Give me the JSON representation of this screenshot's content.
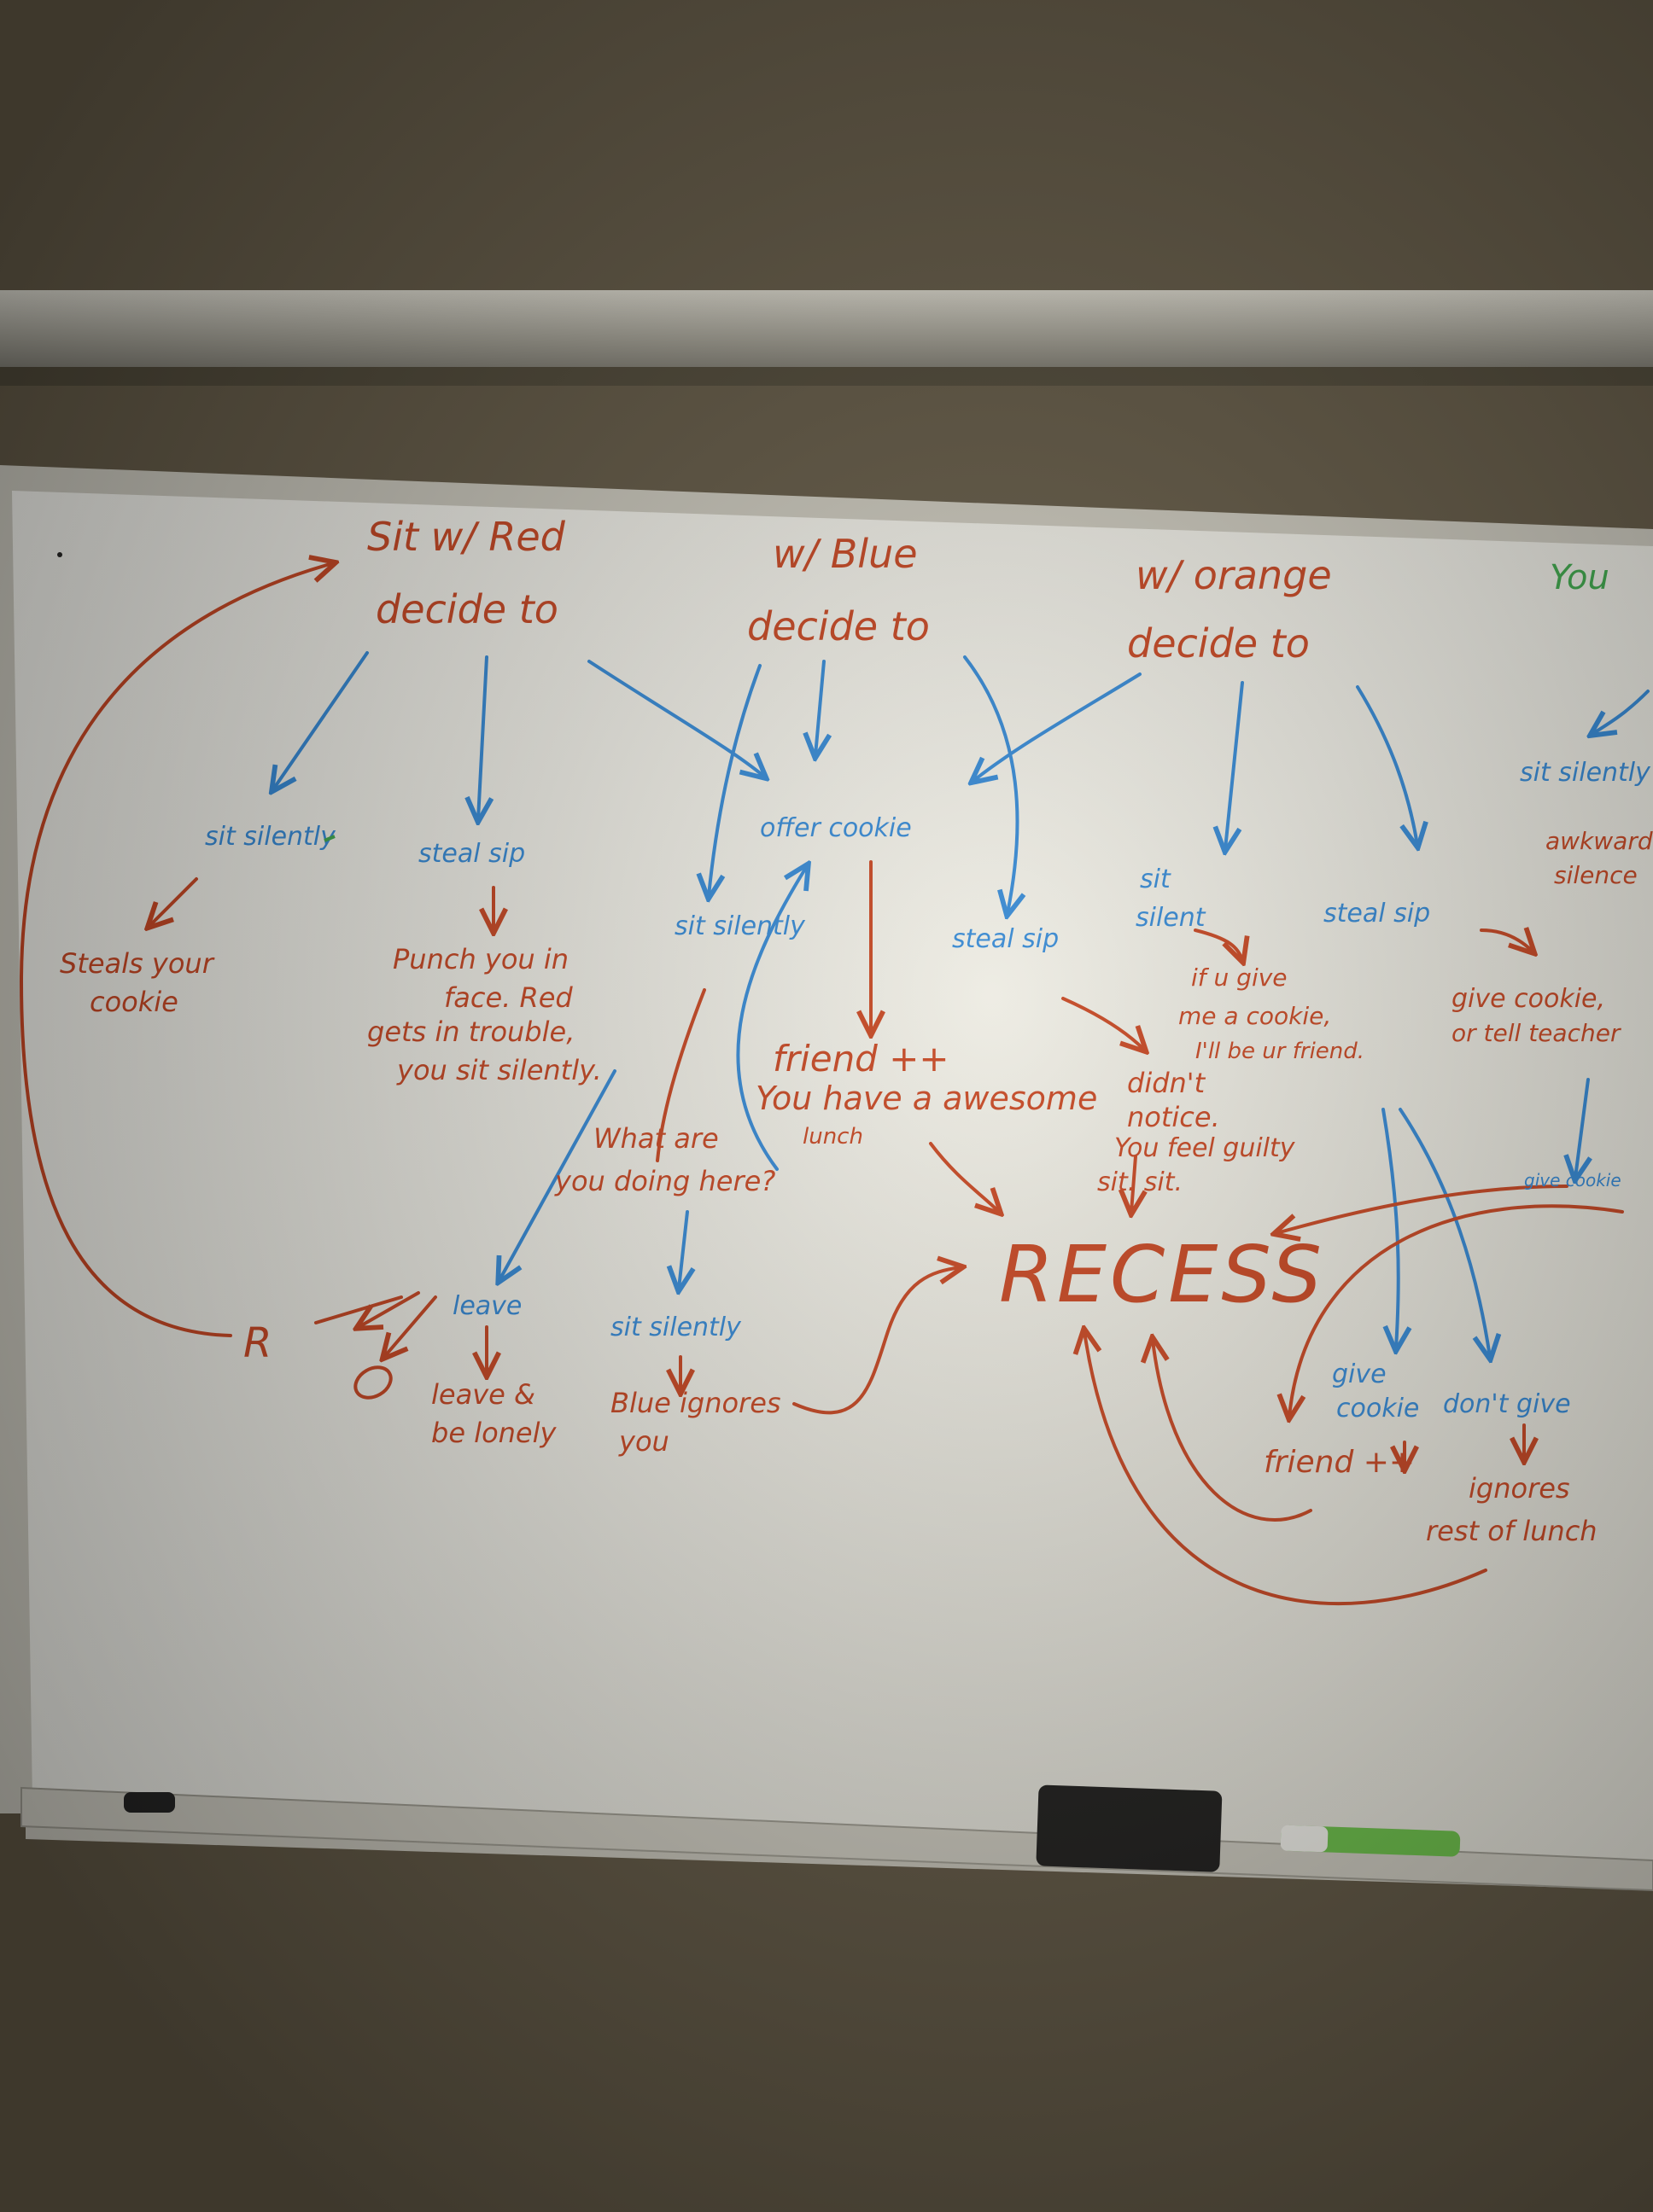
{
  "colors": {
    "red_marker": "#c4421f",
    "blue_marker": "#2f86d6",
    "green_marker": "#3aa64a",
    "board": "#ecebe4",
    "frame": "#b9b7ae",
    "wall": "#5f5644"
  },
  "board": {
    "top_nodes": {
      "red": [
        "Sit w/ Red",
        "decide to"
      ],
      "blue": [
        "w/ Blue",
        "decide to"
      ],
      "orange": [
        "w/ orange",
        "decide to"
      ],
      "edge_green": "You"
    },
    "red_branch": {
      "sit_silently": "sit silently",
      "steal_sip": "steal sip",
      "steals_cookie": [
        "Steals your",
        "cookie"
      ],
      "punch": [
        "Punch you in",
        "face. Red",
        "gets in trouble,",
        "you sit silently."
      ]
    },
    "center": {
      "offer_cookie": "offer cookie",
      "sit_silently": "sit silently",
      "steal_sip": "steal sip",
      "friend": "friend ++",
      "awesome_lunch": [
        "You have a awesome",
        "lunch"
      ],
      "what_doing": [
        "What are",
        "you doing here?"
      ],
      "leave": "leave",
      "sit_silently_2": "sit silently",
      "lonely": [
        "leave &",
        "be lonely"
      ],
      "blue_ignores": [
        "Blue ignores",
        "you"
      ],
      "r_label": "R",
      "recess": "RECESS"
    },
    "orange_branch": {
      "sit_silent": [
        "sit",
        "silent"
      ],
      "if_u_give": [
        "if u give",
        "me a cookie,",
        "I'll be ur friend."
      ],
      "didnt_notice": [
        "didn't",
        "notice.",
        "You feel guilty",
        "sit. sit."
      ],
      "steal_sip": "steal sip",
      "give_cookie_or": [
        "give cookie,",
        "or tell teacher"
      ],
      "give_cookie_small": "give cookie",
      "give_cookie": [
        "give",
        "cookie"
      ],
      "friend": "friend ++",
      "dont_give": "don't give",
      "ignores": [
        "ignores",
        "rest of lunch"
      ],
      "edge_sit": "sit silently",
      "edge_red": [
        "awkward",
        "silence"
      ]
    }
  }
}
